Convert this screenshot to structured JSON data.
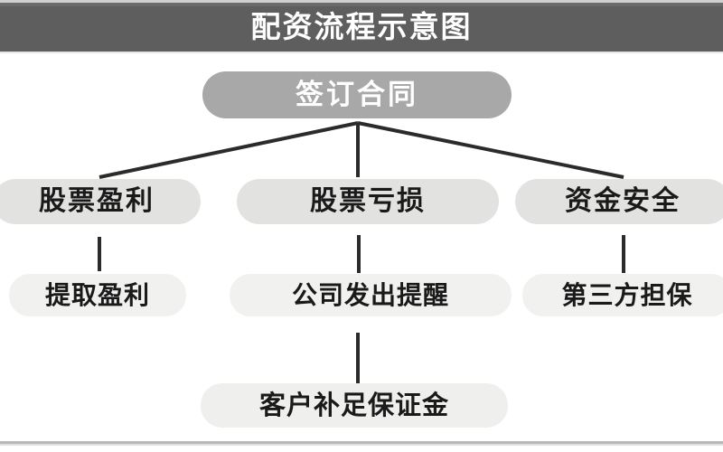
{
  "header": {
    "title": "配资流程示意图"
  },
  "diagram": {
    "type": "flowchart",
    "nodes": {
      "root": {
        "label": "签订合同"
      },
      "branch_profit": {
        "label": "股票盈利"
      },
      "branch_loss": {
        "label": "股票亏损"
      },
      "branch_safety": {
        "label": "资金安全"
      },
      "profit_action": {
        "label": "提取盈利"
      },
      "loss_action": {
        "label": "公司发出提醒"
      },
      "safety_action": {
        "label": "第三方担保"
      },
      "loss_followup": {
        "label": "客户补足保证金"
      }
    },
    "edges": [
      {
        "from": "root",
        "to": "branch_profit"
      },
      {
        "from": "root",
        "to": "branch_loss"
      },
      {
        "from": "root",
        "to": "branch_safety"
      },
      {
        "from": "branch_profit",
        "to": "profit_action"
      },
      {
        "from": "branch_loss",
        "to": "loss_action"
      },
      {
        "from": "branch_safety",
        "to": "safety_action"
      },
      {
        "from": "loss_action",
        "to": "loss_followup"
      }
    ],
    "colors": {
      "banner_background": "#5e5e5e",
      "banner_text": "#ffffff",
      "root_node_background": "#a8a8a8",
      "root_node_text": "#ffffff",
      "level2_node_background": "#e2e2e0",
      "level3_node_background": "#f1f1ef",
      "node_text": "#1a1a1a",
      "connector_line": "#2b2b2b",
      "page_background": "#ffffff"
    }
  }
}
